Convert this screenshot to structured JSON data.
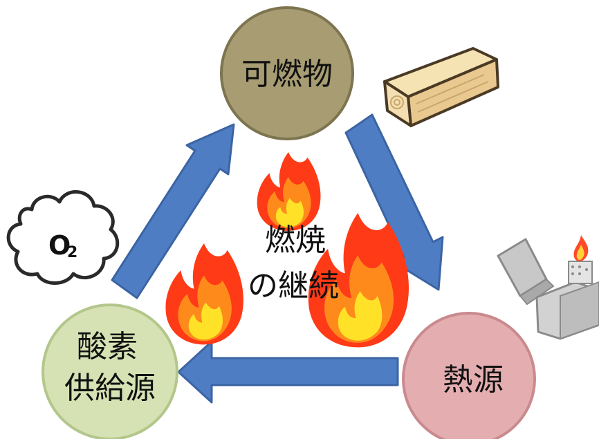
{
  "nodes": {
    "fuel": {
      "label": "可燃物",
      "fill": "#a89d72",
      "stroke": "#7d7450"
    },
    "heat": {
      "label": "熱源",
      "fill": "#e4aeb1",
      "stroke": "#c98a8e"
    },
    "oxygen": {
      "line1": "酸素",
      "line2": "供給源",
      "fill": "#d6e2b4",
      "stroke": "#b3c68b"
    }
  },
  "center": {
    "line1": "燃焼",
    "line2": "の継続"
  },
  "oxygen_cloud": {
    "main": "O",
    "sub": "2"
  },
  "colors": {
    "arrow_fill": "#4f7dc4",
    "arrow_stroke": "#3b64a3",
    "flame_outer": "#ff3a17",
    "flame_mid": "#ff8a1c",
    "flame_inner": "#ffe227"
  },
  "icons": [
    "wood-block-icon",
    "lighter-icon",
    "flame-icon",
    "oxygen-cloud-icon"
  ]
}
